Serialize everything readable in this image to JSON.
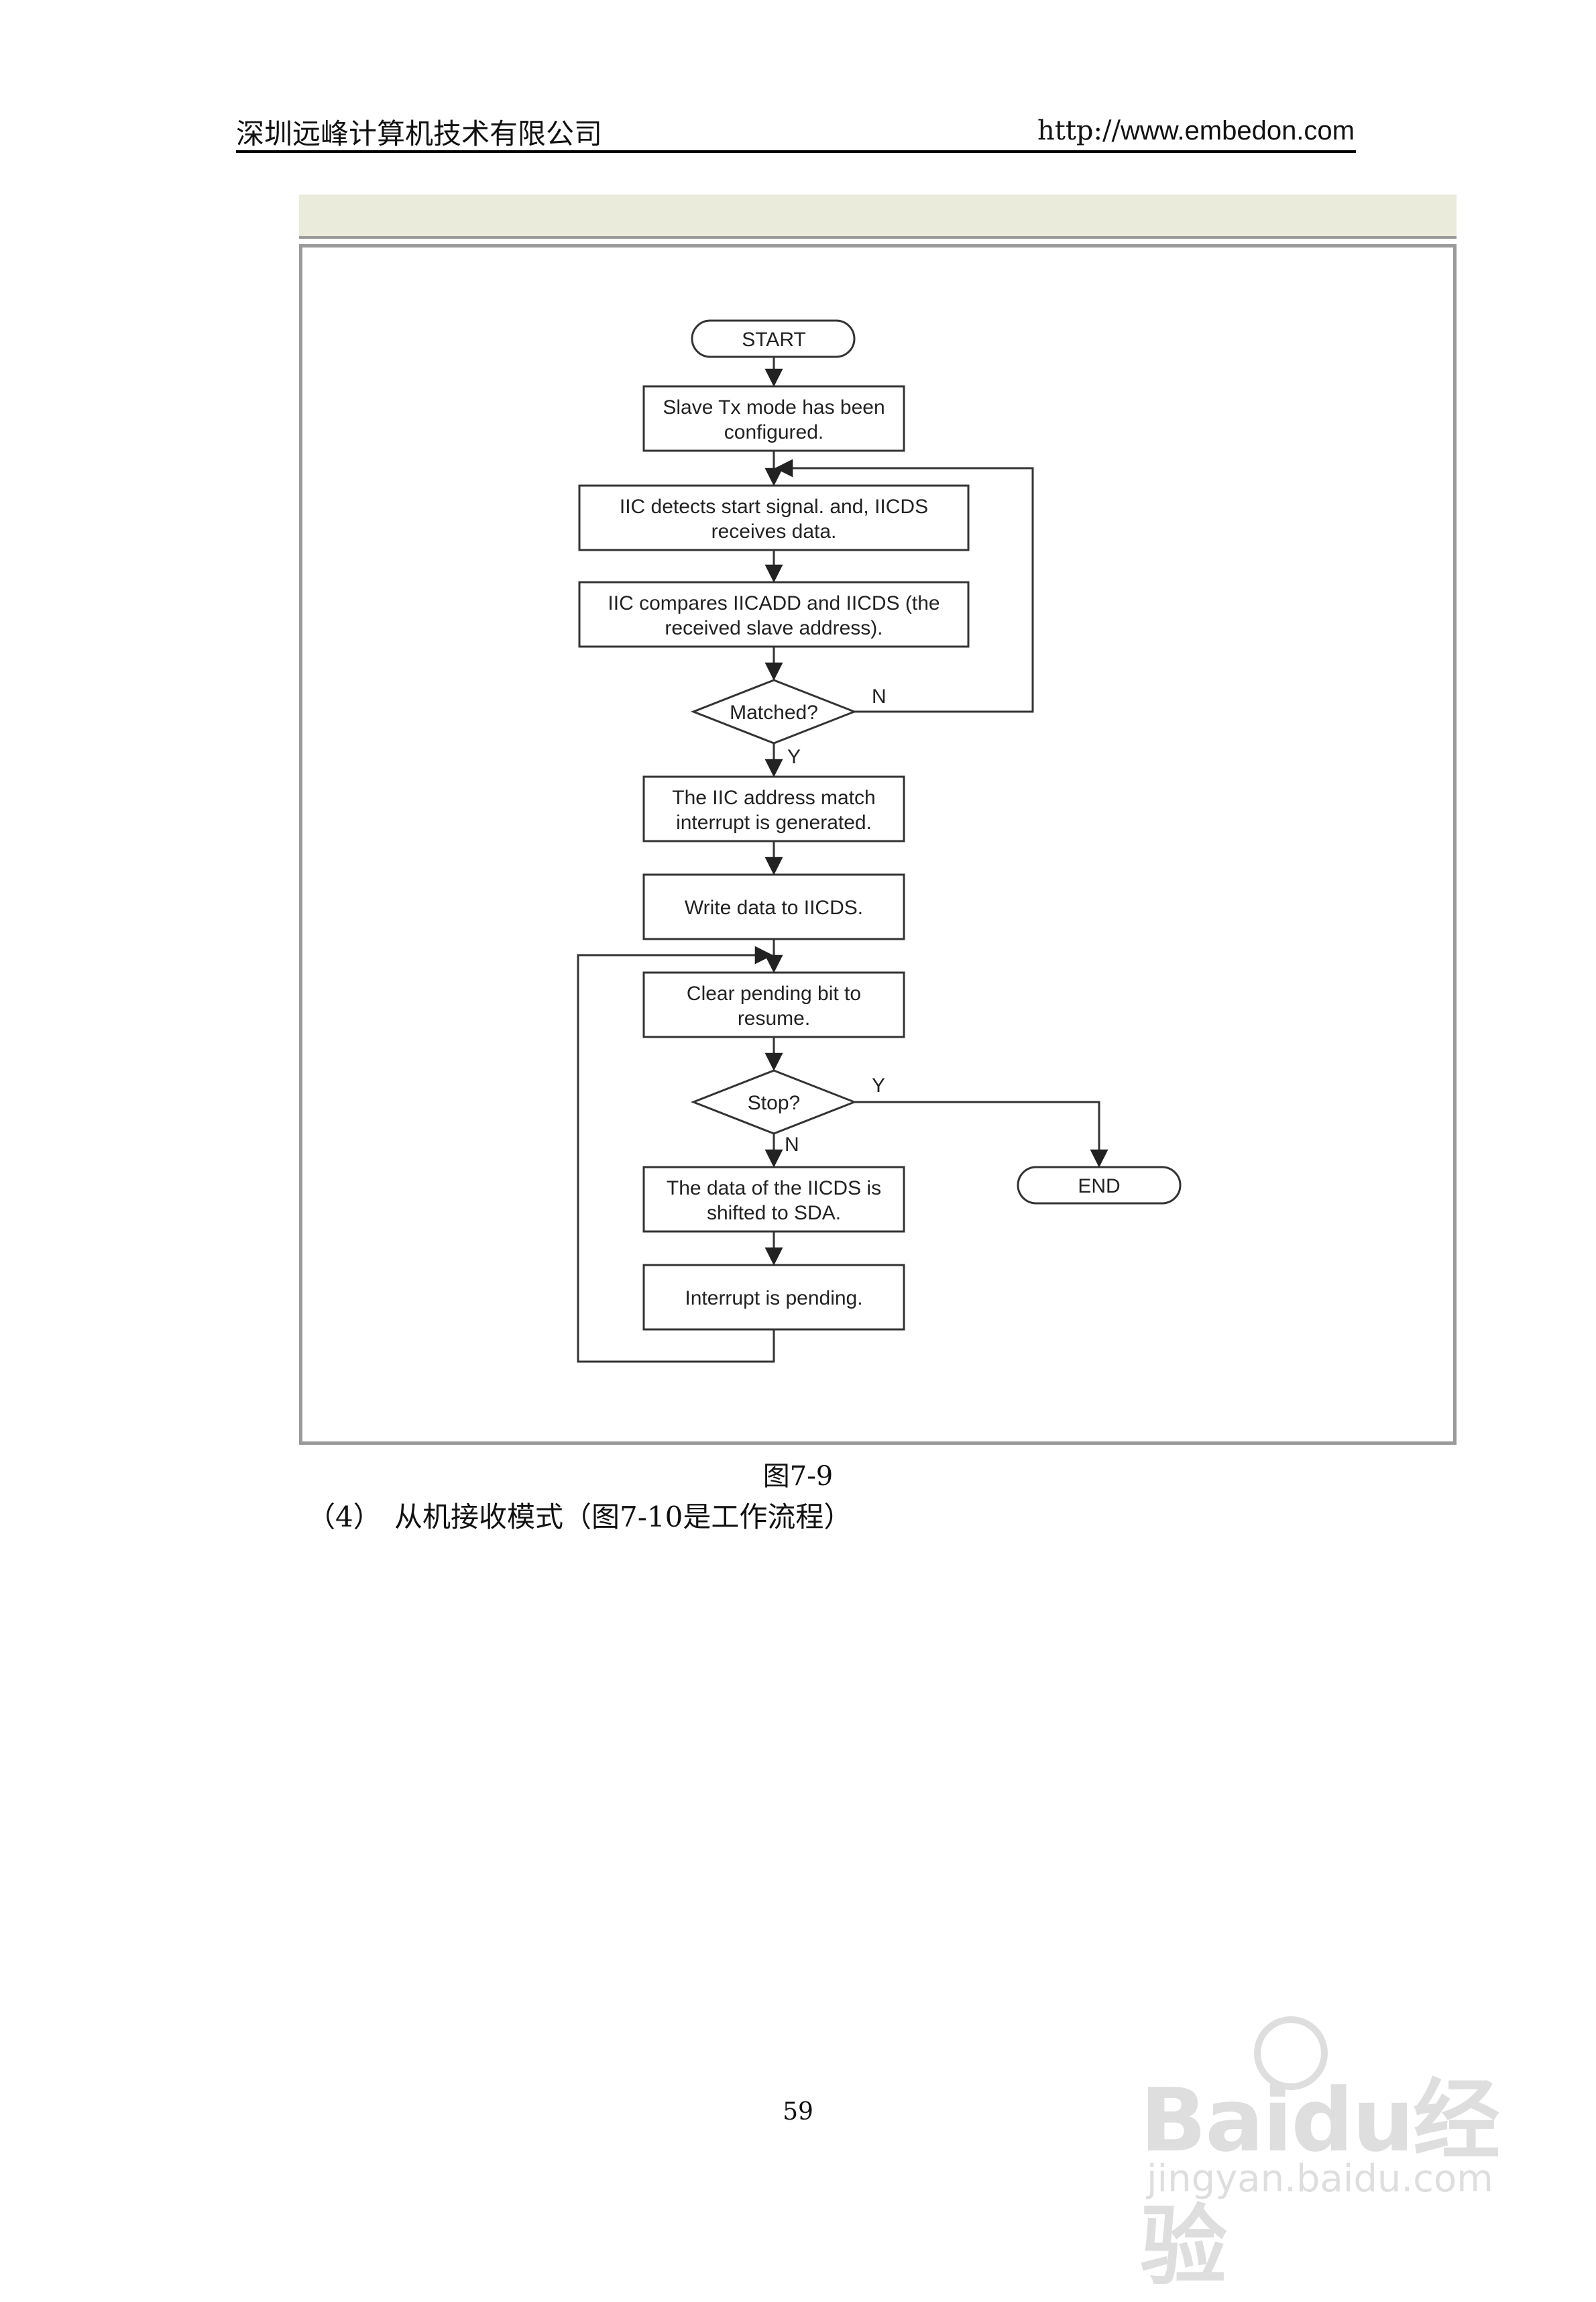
{
  "header": {
    "company": "深圳远峰计算机技术有限公司",
    "url_prefix": "http://",
    "url_domain": "www.embedon.com"
  },
  "flowchart": {
    "start": "START",
    "step1": [
      "Slave Tx mode has been",
      "configured."
    ],
    "step2": [
      "IIC detects start signal. and, IICDS",
      "receives data."
    ],
    "step3": [
      "IIC compares IICADD and IICDS (the",
      "received slave address)."
    ],
    "decision1": "Matched?",
    "decision1_no": "N",
    "decision1_yes": "Y",
    "step4": [
      "The IIC address match",
      "interrupt is generated."
    ],
    "step5": "Write data to IICDS.",
    "step6": [
      "Clear pending bit to",
      "resume."
    ],
    "decision2": "Stop?",
    "decision2_yes": "Y",
    "decision2_no": "N",
    "end": "END",
    "step7": [
      "The data of the IICDS is",
      "shifted to SDA."
    ],
    "step8": "Interrupt is pending."
  },
  "caption": "图7-9",
  "paragraph": {
    "number": "（4）",
    "text": "从机接收模式（图7-10是工作流程）"
  },
  "page_number": "59",
  "watermark": {
    "brand": "Baidu经验",
    "sub": "jingyan.baidu.com"
  }
}
